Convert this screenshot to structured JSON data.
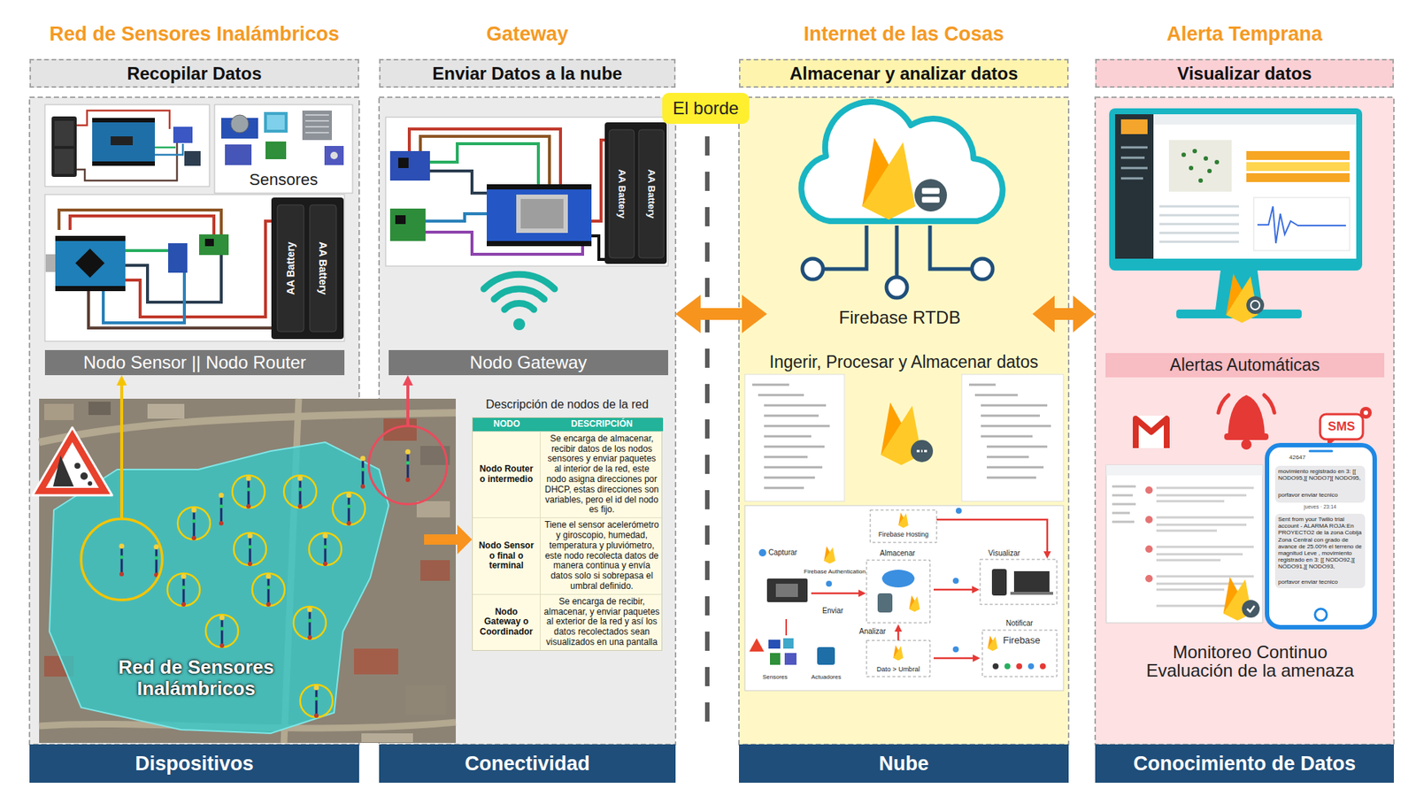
{
  "diagram": {
    "nodes": [
      {
        "text": [
          "Red de Sensores Inalámbricos"
        ]
      },
      {
        "text": [
          "Recopilar Datos"
        ],
        "in": 0
      },
      {
        "text": [
          "Nodo Sensor || Nodo Router"
        ],
        "in": 0
      },
      {
        "text": [
          "Dispositivos"
        ],
        "in": 0
      },
      {
        "text": [
          "Red de Sensores Inalámbricos"
        ]
      },
      {
        "text": [
          "Gateway"
        ]
      },
      {
        "text": [
          "Enviar Datos a la nube"
        ],
        "in": 5
      },
      {
        "text": [
          "Nodo Gateway"
        ],
        "in": 5
      },
      {
        "text": [
          "Descripción de nodos de la red"
        ],
        "in": 5
      },
      {
        "text": [
          "Conectividad"
        ],
        "in": 5
      },
      {
        "text": [
          "El borde"
        ]
      },
      {
        "text": [
          "Internet de las Cosas"
        ]
      },
      {
        "text": [
          "Almacenar y analizar datos"
        ],
        "in": 11
      },
      {
        "text": [
          "Firebase RTDB"
        ],
        "in": 11
      },
      {
        "text": [
          "Nube"
        ],
        "in": 11
      },
      {
        "text": [
          "Alerta Temprana"
        ]
      },
      {
        "text": [
          "Visualizar datos"
        ],
        "in": 15
      },
      {
        "text": [
          "Alertas Automáticas"
        ],
        "in": 15
      },
      {
        "text": [
          "Conocimiento de Datos"
        ],
        "in": 15
      }
    ],
    "edges": [
      {
        "from": 4,
        "to": 2,
        "arrow": "to"
      },
      {
        "from": 4,
        "to": 7,
        "arrow": "to"
      },
      {
        "from": 4,
        "to": 8,
        "arrow": "to"
      },
      {
        "from": 5,
        "to": 13,
        "arrow": "both"
      },
      {
        "from": 13,
        "to": 15,
        "arrow": "both"
      }
    ],
    "labels": [
      "Sensores",
      "AA Battery",
      "AA Battery",
      "AA Battery",
      "AA Battery",
      "NODO",
      "DESCRIPCIÓN",
      "Nodo Router o intermedio",
      "Se encarga de almacenar, recibir datos de los nodos sensores y enviar paquetes al interior de la red, este nodo asigna direcciones por DHCP, estas direcciones son variables, pero el id del nodo es fijo.",
      "Nodo Sensor o final o terminal",
      "Tiene el sensor acelerómetro y giroscopio, humedad, temperatura y pluviómetro, este nodo recolecta datos de manera continua y envía datos solo si sobrepasa el umbral definido.",
      "Nodo Gateway o Coordinador",
      "Se encarga de recibir, almacenar, y enviar paquetes al exterior de la red y así los datos recolectados sean visualizados en una pantalla",
      "Ingerir, Procesar y Almacenar datos",
      "Capturar",
      "Firebase Authentication",
      "Enviar",
      "Firebase Hosting",
      "Almacenar",
      "Visualizar",
      "Analizar",
      "Dato > Umbral",
      "Notificar",
      "Firebase",
      "Sensores",
      "Actuadores",
      "SMS",
      "42647",
      "movimiento registrado en 3: [[ NODO95,][ NODO7][ NODO95,",
      "porfavor enviar tecnico",
      "jueves · 23:14",
      "Sent from your Twilio trial account - ALARMA ROJA:En PROYECTO2 de la zona Cobija Zona Central con grado de avance de 25.00% el terreno de magnitud Leve , movimiento registrado en 3: [[ NODO92,][ NODO91,][ NODO93,",
      "porfavor enviar tecnico",
      "Monitoreo Continuo Evaluación de la amenaza"
    ]
  }
}
